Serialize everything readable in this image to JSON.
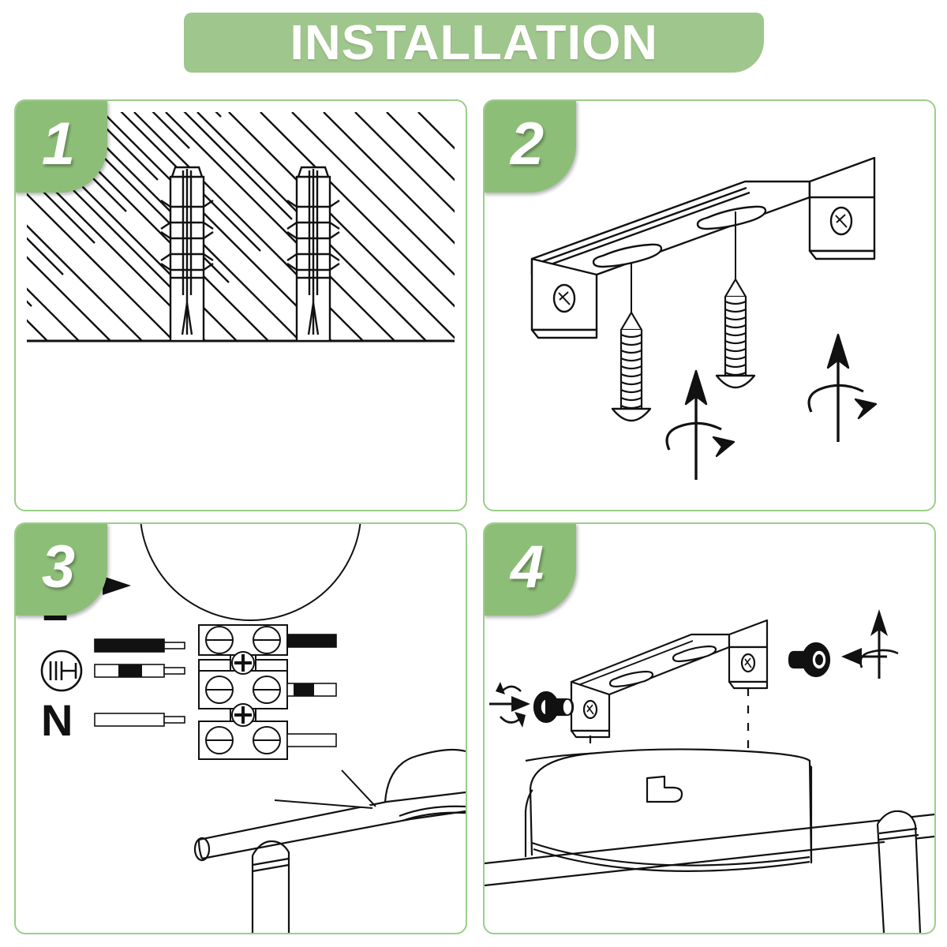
{
  "header": {
    "title": "INSTALLATION",
    "banner_color": "#9fc68c",
    "title_color": "#ffffff"
  },
  "theme": {
    "panel_border_color": "#9ccd8b",
    "badge_color": "#8dbe78",
    "line_color": "#1a1a1a",
    "background": "#ffffff"
  },
  "panels": [
    {
      "step": "1",
      "name": "insert-wall-anchors",
      "illustration": "wall-cross-section-with-two-anchors",
      "labels": []
    },
    {
      "step": "2",
      "name": "fasten-mounting-bracket",
      "illustration": "u-bracket-with-two-screws-and-rotation-arrows",
      "labels": []
    },
    {
      "step": "3",
      "name": "wire-terminal-connections",
      "illustration": "callout-balloon-with-terminal-block-wiring",
      "labels": [
        {
          "key": "live",
          "text": "L"
        },
        {
          "key": "earth",
          "text": "earth-ground-symbol"
        },
        {
          "key": "neutral",
          "text": "N"
        }
      ],
      "wires": [
        {
          "key": "live",
          "label": "L",
          "color": "#000000",
          "style": "solid-black"
        },
        {
          "key": "earth",
          "label": "",
          "color": "#ffffff",
          "style": "white-with-black-band"
        },
        {
          "key": "neutral",
          "label": "N",
          "color": "#ffffff",
          "style": "solid-white"
        }
      ]
    },
    {
      "step": "4",
      "name": "attach-fixture-with-knobs",
      "illustration": "bracket-with-two-thumb-knobs-and-canopy",
      "labels": []
    }
  ]
}
